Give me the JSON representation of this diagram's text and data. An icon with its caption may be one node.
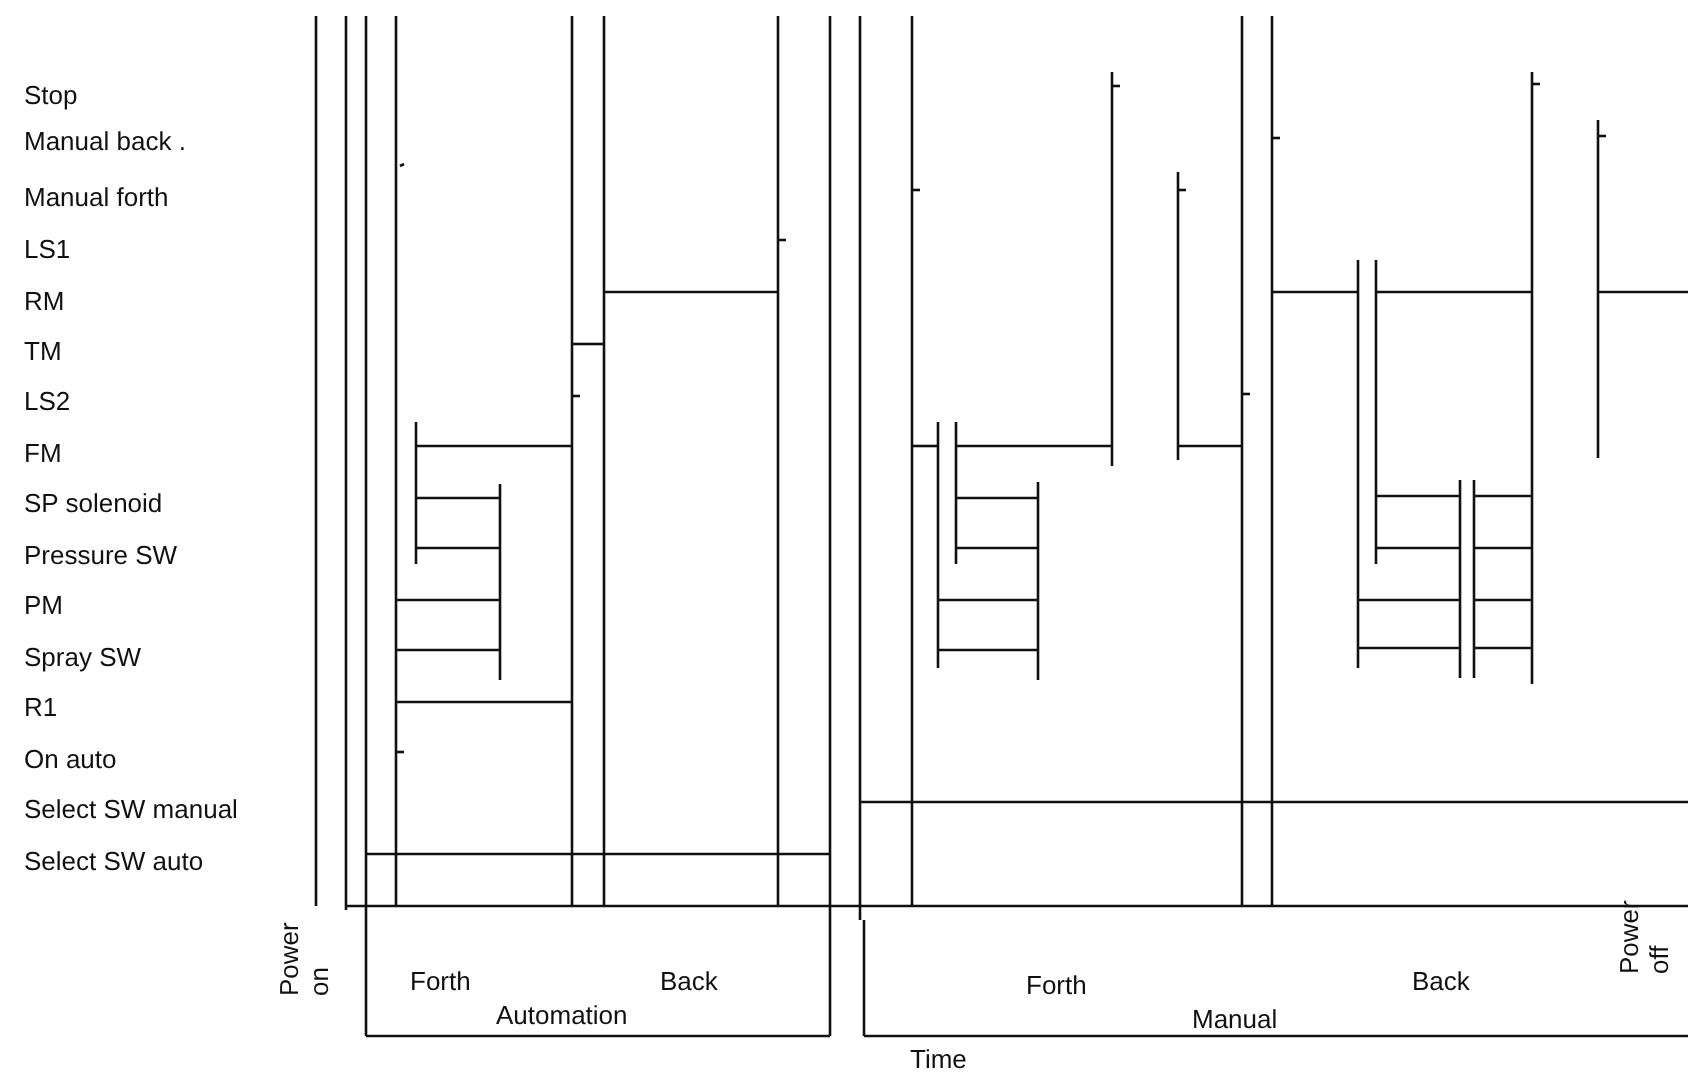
{
  "diagram": {
    "labels": [
      "Stop",
      "Manual back .",
      "Manual forth",
      "LS1",
      "RM",
      "TM",
      "LS2",
      "FM",
      "SP solenoid",
      "Pressure SW",
      "PM",
      "Spray SW",
      "R1",
      "On auto",
      "Select SW manual",
      "Select SW auto",
      "Power on",
      "Forth",
      "Back",
      "Automation",
      "Forth",
      "Manual",
      "Back",
      "Power off",
      "Time"
    ]
  }
}
